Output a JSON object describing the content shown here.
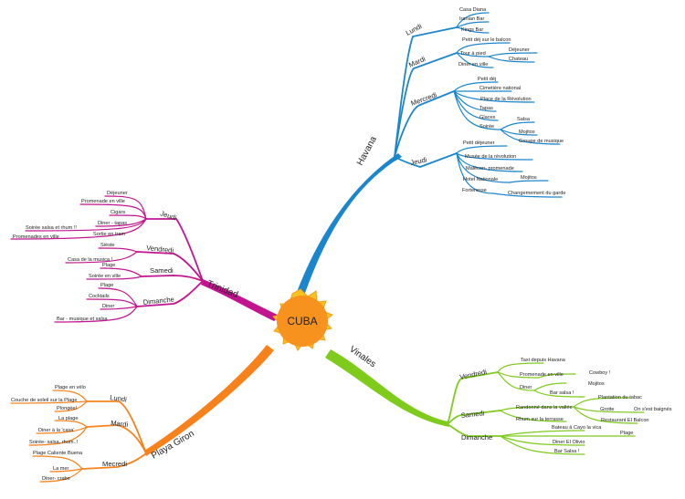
{
  "center": {
    "label": "CUBA"
  },
  "colors": {
    "havana": "#1b86cc",
    "vinales": "#7ecb1c",
    "playa_giron": "#f7821b",
    "trinidad": "#c3148f",
    "sun_core": "#f7921e",
    "sun_rays": "#f6c21f"
  },
  "havana": {
    "label": "Havana",
    "lundi": {
      "label": "Lundi",
      "items": [
        "Casa Diana",
        "Iranian Bar",
        "Kings Bar"
      ]
    },
    "mardi": {
      "label": "Mardi",
      "items": [
        "Petit déj sur le balcon",
        "Tour à pied",
        "Diner en ville",
        "Déjeuner",
        "Chateau"
      ]
    },
    "mercredi": {
      "label": "Mercredi",
      "items": [
        "Petit déj",
        "Cimetière national",
        "Place de la Révolution",
        "Tapas",
        "Glaces",
        "Soirée",
        "Salsa",
        "Mojitos",
        "Groupe de musique"
      ]
    },
    "jeudi": {
      "label": "Jeudi",
      "items": [
        "Petit déjeuner",
        "Musée de la révolution",
        "Malécon- promenade",
        "Hotel Nationale",
        "Mojitos",
        "Forteresse",
        "Changemement du garde"
      ]
    }
  },
  "vinales": {
    "label": "Vinales",
    "vendredi": {
      "label": "Vendredi",
      "items": [
        "Taxi depuis Havana",
        "Promenade en ville",
        "Cowboy !",
        "Diner",
        "Mojitos",
        "Bar salsa !"
      ]
    },
    "samedi": {
      "label": "Samedi",
      "items": [
        "Randonné dans la vallée",
        "Plantation du tabac",
        "Grotte",
        "On s'est baignés",
        "Rhum sur la terrasse",
        "Restaurant El Balcon"
      ]
    },
    "dimanche": {
      "label": "Dimanche",
      "items": [
        "Bateau à Cayo la vica",
        "Plage",
        "Diner El Olivio",
        "Bar Salsa !"
      ]
    }
  },
  "playa_giron": {
    "label": "Playa Giron",
    "lundi": {
      "label": "Lundi",
      "items": [
        "Plage en vélo",
        "Couche de soleil sur la Plage",
        "Plongée!"
      ]
    },
    "mardi": {
      "label": "Mardi",
      "items": [
        "La plage",
        "Diner à la 'casa'",
        "Soirée- salsa, rhum..!"
      ]
    },
    "mercredi": {
      "label": "Mecredi",
      "items": [
        "Plage Caliente Buena",
        "La mer",
        "Diner- crabe"
      ]
    }
  },
  "trinidad": {
    "label": "Trinidad",
    "jeudi": {
      "label": "Jeudi",
      "items": [
        "Déjeuner",
        "Promenade en ville",
        "Cigars",
        "Diner - tapas",
        "Soirée salsa et rhum !!",
        "Sortie en train",
        "Promenades en ville"
      ]
    },
    "vendredi": {
      "label": "Vendredi",
      "items": [
        "Siéste",
        "Casa de la musica !"
      ]
    },
    "samedi": {
      "label": "Samedi",
      "items": [
        "Plage",
        "Soirée en ville"
      ]
    },
    "dimanche": {
      "label": "Dimanche",
      "items": [
        "Plage",
        "Cocktails",
        "Diner",
        "Bar - musique et salsa"
      ]
    }
  }
}
